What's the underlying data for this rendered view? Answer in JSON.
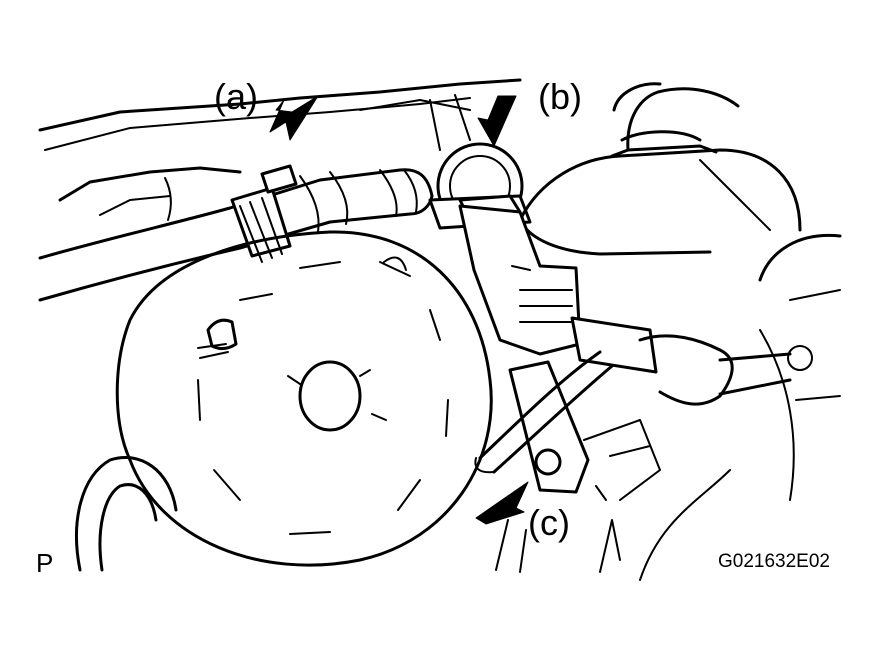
{
  "labels": {
    "a": "(a)",
    "b": "(b)",
    "c": "(c)"
  },
  "figure_code": "G021632E02",
  "corner_mark": "P",
  "colors": {
    "line": "#000000",
    "background": "#ffffff"
  }
}
